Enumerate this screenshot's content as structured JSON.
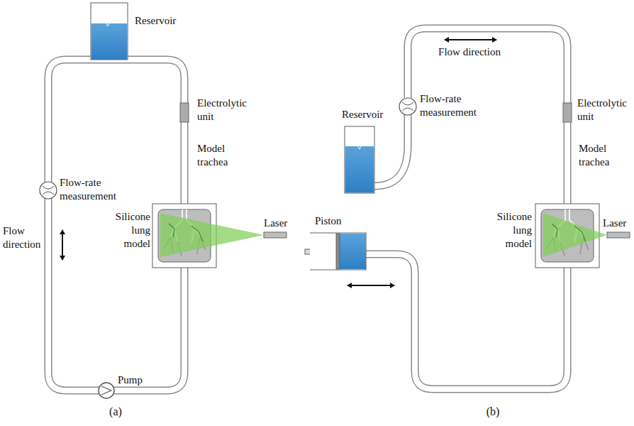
{
  "diagram": {
    "labels": [
      "Reservoir",
      "Electrolytic unit",
      "Model trachea",
      "Flow-rate measurement",
      "Flow direction",
      "Silicone lung model",
      "Laser",
      "Pump",
      "(a)",
      "Flow direction",
      "Reservoir",
      "Flow-rate measurement",
      "Electrolytic unit",
      "Model trachea",
      "Silicone lung model",
      "Laser",
      "Piston",
      "(b)"
    ]
  }
}
